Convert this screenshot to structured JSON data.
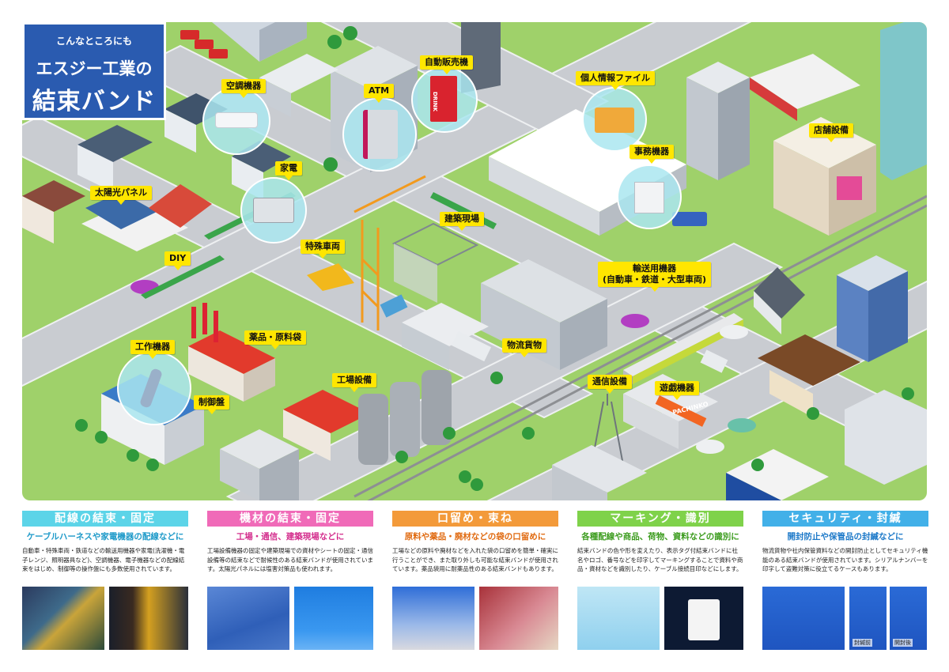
{
  "title": {
    "line1": "こんなところにも",
    "line2": "エスジー工業の",
    "line3": "結束バンド"
  },
  "map_labels": {
    "aircon": "空調機器",
    "atm": "ATM",
    "vending": "自動販売機",
    "personal_files": "個人情報ファイル",
    "store": "店舗設備",
    "appliances": "家電",
    "solar": "太陽光パネル",
    "diy": "DIY",
    "special_vehicle": "特殊車両",
    "construction": "建築現場",
    "office": "事務機器",
    "transport_line1": "輸送用機器",
    "transport_line2": "(自動車・鉄道・大型車両)",
    "machine_tools": "工作機器",
    "chemicals": "薬品・原料袋",
    "control_panel": "制御盤",
    "plant": "工場設備",
    "logistics": "物流貨物",
    "telecom": "通信設備",
    "amusement": "遊戯機器"
  },
  "sign_texts": {
    "pachinko": "PACHINKO",
    "drink": "DRINK"
  },
  "colors": {
    "wiring": "#5cd4e8",
    "materials": "#f06ab8",
    "sealing": "#f39a3a",
    "marking": "#7fd24a",
    "security": "#42b0e8",
    "title_bg": "#2a5bb0",
    "label_bg": "#ffe600"
  },
  "sections": [
    {
      "heading": "配線の結束・固定",
      "subheading": "ケーブルハーネスや家電機器の配線などに",
      "sub_color": "#1e9ac9",
      "description": "自動車・特殊車両・鉄道などの輸送用機器や家電(洗濯機・電子レンジ、照明器具など)、空調機器、電子機器などの配線結束をはじめ、制御等の操作盤にも多数使用されています。"
    },
    {
      "heading": "機材の結束・固定",
      "subheading": "工場・通信、建築現場などに",
      "sub_color": "#d4308e",
      "description": "工場設備機器の固定や建築現場での資材やシートの固定・通信設備等の結束などで耐候性のある結束バンドが使用されています。太陽光パネルには塩害対策品も使われます。"
    },
    {
      "heading": "口留め・束ね",
      "subheading": "原料や薬品・廃材などの袋の口留めに",
      "sub_color": "#e06a10",
      "description": "工場などの原料や廃材などを入れた袋の口留めを簡単・確実に行うことができ、また取り外しも可能な結束バンドが使用されています。薬品袋用に耐薬品性のある結束バンドもあります。"
    },
    {
      "heading": "マーキング・識別",
      "subheading": "各種配線や商品、荷物、資料などの識別に",
      "sub_color": "#3c9c1e",
      "description": "結束バンドの色や形を変えたり、表示タグ付結束バンドに社名やロゴ、番号などを印字してマーキングすることで資料や商品・資材などを識別したり、ケーブル接続目印などにします。"
    },
    {
      "heading": "セキュリティ・封緘",
      "subheading": "開封防止や保管品の封緘などに",
      "sub_color": "#1e7ac9",
      "description": "物流貨物や社内保管資料などの開封防止としてセキュリティ機能のある結束バンドが使用されています。シリアルナンバーを印字して盗難対策に役立てるケースもあります。"
    }
  ],
  "photo_captions": {
    "seal_before": "封緘前",
    "seal_after": "開封後"
  }
}
